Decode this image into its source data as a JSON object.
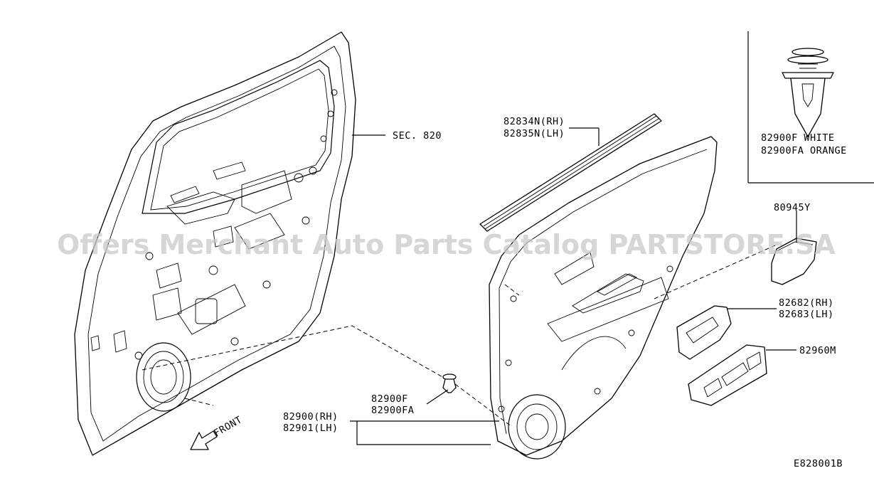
{
  "labels": {
    "sec": "SEC. 820",
    "belt_rh": "82834N(RH)",
    "belt_lh": "82835N(LH)",
    "clip_white": "82900F WHITE",
    "clip_orange": "82900FA ORANGE",
    "cap": "80945Y",
    "handle_rh": "82682(RH)",
    "handle_lh": "82683(LH)",
    "switch": "82960M",
    "clip_f": "82900F",
    "clip_fa": "82900FA",
    "trim_rh": "82900(RH)",
    "trim_lh": "82901(LH)",
    "front": "FRONT",
    "diagram_code": "E828001B"
  },
  "watermark": "Offers Merchant Auto Parts Catalog PARTSTORE.SA",
  "colors": {
    "line": "#000000",
    "watermark": "#c8c8c8",
    "background": "#ffffff"
  }
}
